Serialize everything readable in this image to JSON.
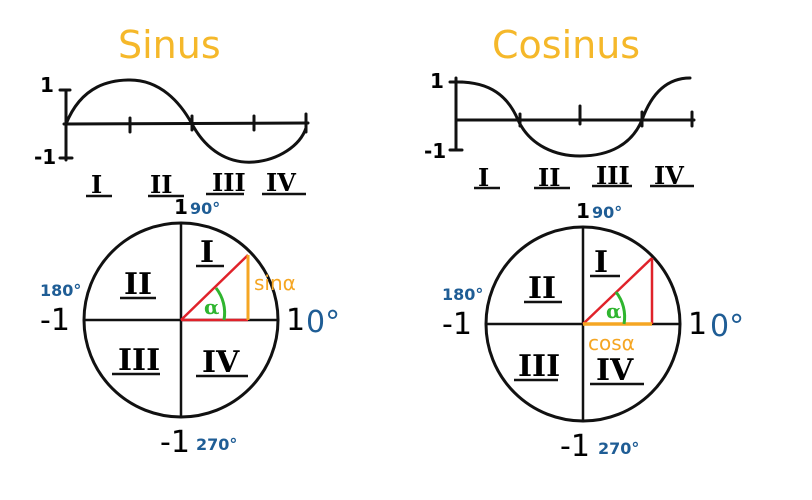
{
  "colors": {
    "ink": "#111111",
    "title": "#f5b82a",
    "blue": "#1f5d95",
    "red": "#e0222a",
    "green": "#2fb52f",
    "orange": "#f5a623"
  },
  "sine": {
    "title": "Sinus",
    "y_max_label": "1",
    "y_min_label": "-1",
    "quadrants": [
      "I",
      "II",
      "III",
      "IV"
    ],
    "circle": {
      "top_label": "1",
      "top_deg": "90°",
      "left_label": "-1",
      "left_deg": "180°",
      "right_label": "1",
      "right_deg": "0°",
      "bottom_label": "-1",
      "bottom_deg": "270°",
      "quadrants": [
        "I",
        "II",
        "III",
        "IV"
      ],
      "angle_label": "α",
      "value_label": "sinα"
    }
  },
  "cosine": {
    "title": "Cosinus",
    "y_max_label": "1",
    "y_min_label": "-1",
    "quadrants": [
      "I",
      "II",
      "III",
      "IV"
    ],
    "circle": {
      "top_label": "1",
      "top_deg": "90°",
      "left_label": "-1",
      "left_deg": "180°",
      "right_label": "1",
      "right_deg": "0°",
      "bottom_label": "-1",
      "bottom_deg": "270°",
      "quadrants": [
        "I",
        "II",
        "III",
        "IV"
      ],
      "angle_label": "α",
      "value_label": "cosα"
    }
  }
}
